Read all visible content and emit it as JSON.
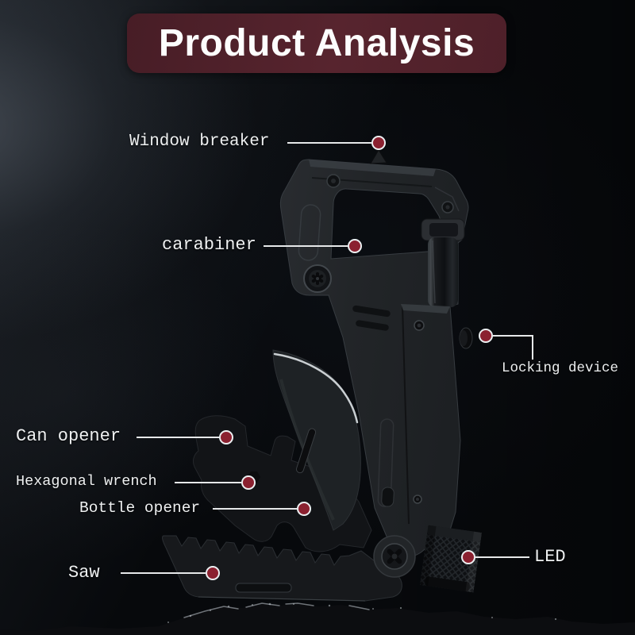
{
  "title": {
    "text": "Product Analysis"
  },
  "callouts": [
    {
      "id": "window-breaker",
      "label": "Window breaker"
    },
    {
      "id": "carabiner",
      "label": "carabiner"
    },
    {
      "id": "locking-device",
      "label": "Locking device"
    },
    {
      "id": "can-opener",
      "label": "Can opener"
    },
    {
      "id": "hexagonal-wrench",
      "label": "Hexagonal wrench"
    },
    {
      "id": "bottle-opener",
      "label": "Bottle opener"
    },
    {
      "id": "saw",
      "label": "Saw"
    },
    {
      "id": "led",
      "label": "LED"
    }
  ],
  "colors": {
    "banner": "#51222b",
    "title_text": "#fdfdfd",
    "callout_dot": "#8b2130",
    "callout_dot_ring": "#eceff1",
    "callout_line": "#e6e8e9",
    "label_text": "#eef0f1",
    "background": "#07090c"
  },
  "icons": {
    "callout_dot": "red-marker-dot"
  }
}
